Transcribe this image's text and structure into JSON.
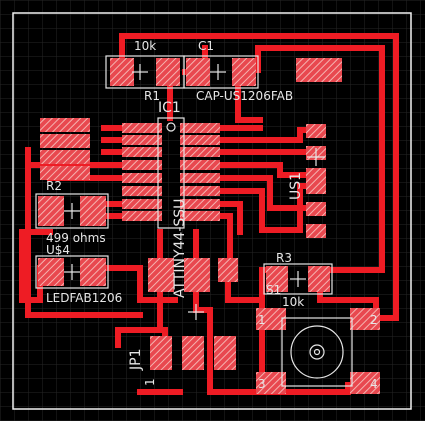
{
  "colors": {
    "background": "#000000",
    "grid": "#2a2a2a",
    "board_outline": "#f2f2f2",
    "trace": "#ee1c24",
    "pad": "#e8484f",
    "pad_hatch": "#f5b3b0",
    "silkscreen": "#e6e6e6"
  },
  "labels": {
    "r1_value": "10k",
    "r1_name": "R1",
    "c1_name": "C1",
    "c1_value": "CAP-US1206FAB",
    "ic1_name": "IC1",
    "ic1_value": "ATTINY44-SSU",
    "us1_name": "US1",
    "r2_name": "R2",
    "r2_value": "499 ohms",
    "u_s4_name": "U$4",
    "led_value": "LEDFAB1206",
    "r3_name": "R3",
    "r3_value": "10k",
    "s1_name": "S1",
    "jp1_name": "JP1",
    "jp1_pin1": "1",
    "s1_pin1": "1",
    "s1_pin2": "2",
    "s1_pin3": "3",
    "s1_pin4": "4"
  }
}
